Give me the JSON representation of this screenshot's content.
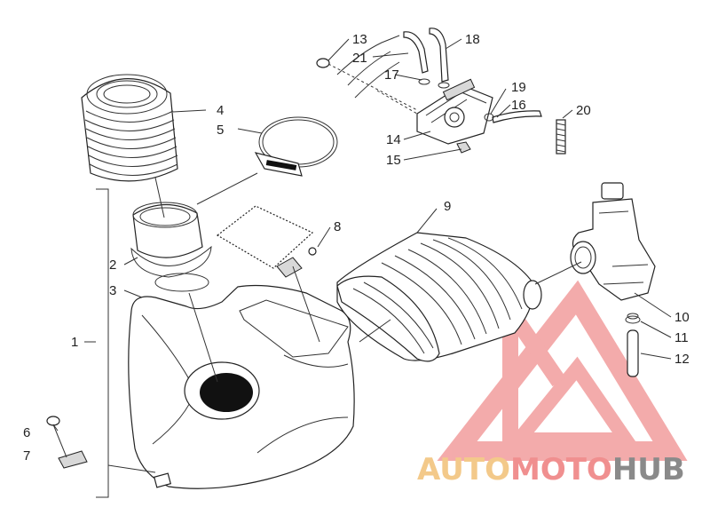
{
  "callouts": [
    {
      "id": "1",
      "text": "1"
    },
    {
      "id": "2",
      "text": "2"
    },
    {
      "id": "3",
      "text": "3"
    },
    {
      "id": "4",
      "text": "4"
    },
    {
      "id": "5",
      "text": "5"
    },
    {
      "id": "6",
      "text": "6"
    },
    {
      "id": "7",
      "text": "7"
    },
    {
      "id": "8",
      "text": "8"
    },
    {
      "id": "9",
      "text": "9"
    },
    {
      "id": "10",
      "text": "10"
    },
    {
      "id": "11",
      "text": "11"
    },
    {
      "id": "12",
      "text": "12"
    },
    {
      "id": "13",
      "text": "13"
    },
    {
      "id": "14",
      "text": "14"
    },
    {
      "id": "15",
      "text": "15"
    },
    {
      "id": "16",
      "text": "16"
    },
    {
      "id": "17",
      "text": "17"
    },
    {
      "id": "18",
      "text": "18"
    },
    {
      "id": "19",
      "text": "19"
    },
    {
      "id": "20",
      "text": "20"
    },
    {
      "id": "21",
      "text": "21"
    }
  ],
  "watermark": {
    "part1": "AUTO",
    "part2": "MOTO",
    "part3": "HUB",
    "colors": {
      "auto": "#f3c98a",
      "moto": "#f08f8f",
      "hub": "#8a8a8a",
      "logo": "#f08f8f"
    }
  }
}
